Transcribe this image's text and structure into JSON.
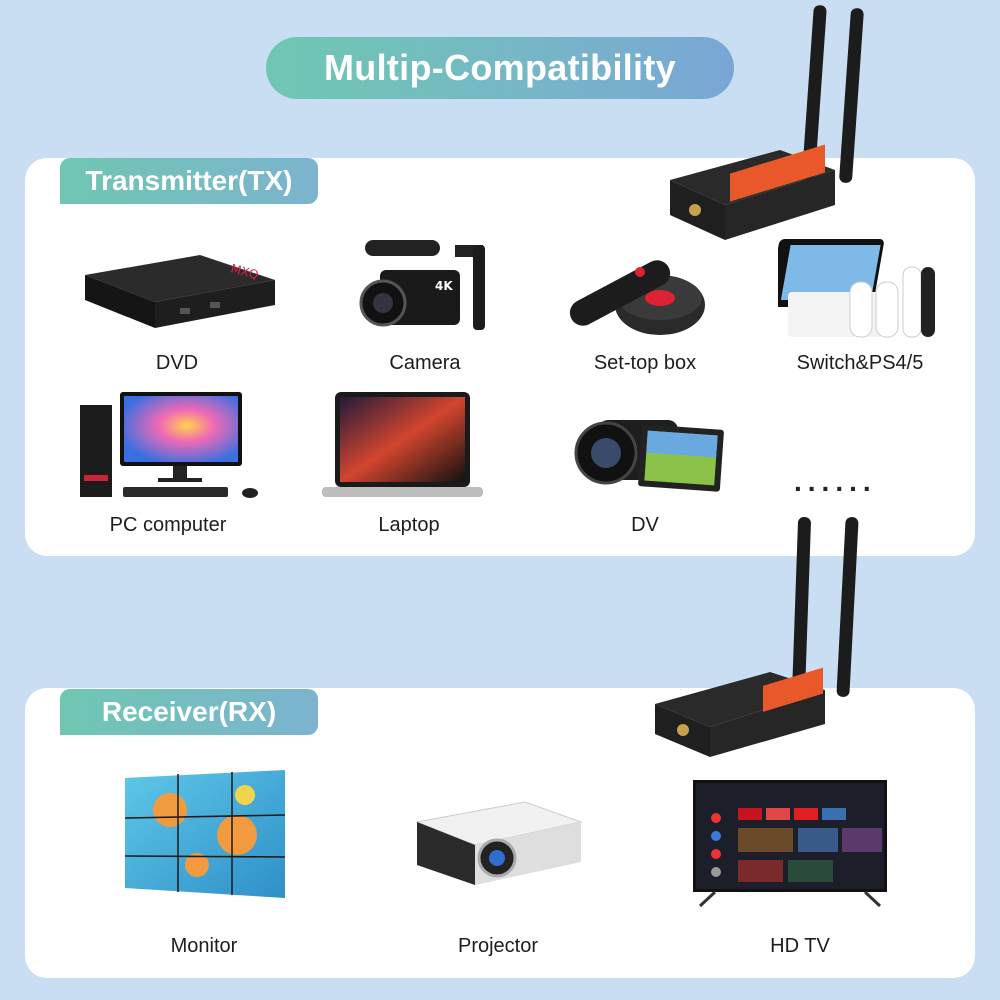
{
  "header": {
    "title": "Multip-Compatibility"
  },
  "transmitter": {
    "tag": "Transmitter(TX)",
    "devices": [
      {
        "label": "DVD",
        "icon": "tv-box-icon"
      },
      {
        "label": "Camera",
        "icon": "camcorder-icon"
      },
      {
        "label": "Set-top box",
        "icon": "set-top-box-icon"
      },
      {
        "label": "Switch&PS4/5",
        "icon": "game-console-icon"
      },
      {
        "label": "PC computer",
        "icon": "desktop-pc-icon"
      },
      {
        "label": "Laptop",
        "icon": "laptop-icon"
      },
      {
        "label": "DV",
        "icon": "handycam-icon"
      }
    ],
    "more": "......"
  },
  "receiver": {
    "tag": "Receiver(RX)",
    "devices": [
      {
        "label": "Monitor",
        "icon": "video-wall-icon"
      },
      {
        "label": "Projector",
        "icon": "projector-icon"
      },
      {
        "label": "HD TV",
        "icon": "smart-tv-icon"
      }
    ]
  },
  "colors": {
    "background": "#c9def2",
    "panel": "#ffffff",
    "accent_green": "#6fc7b1",
    "accent_blue": "#7aa6d6",
    "device_orange": "#e8582a"
  }
}
